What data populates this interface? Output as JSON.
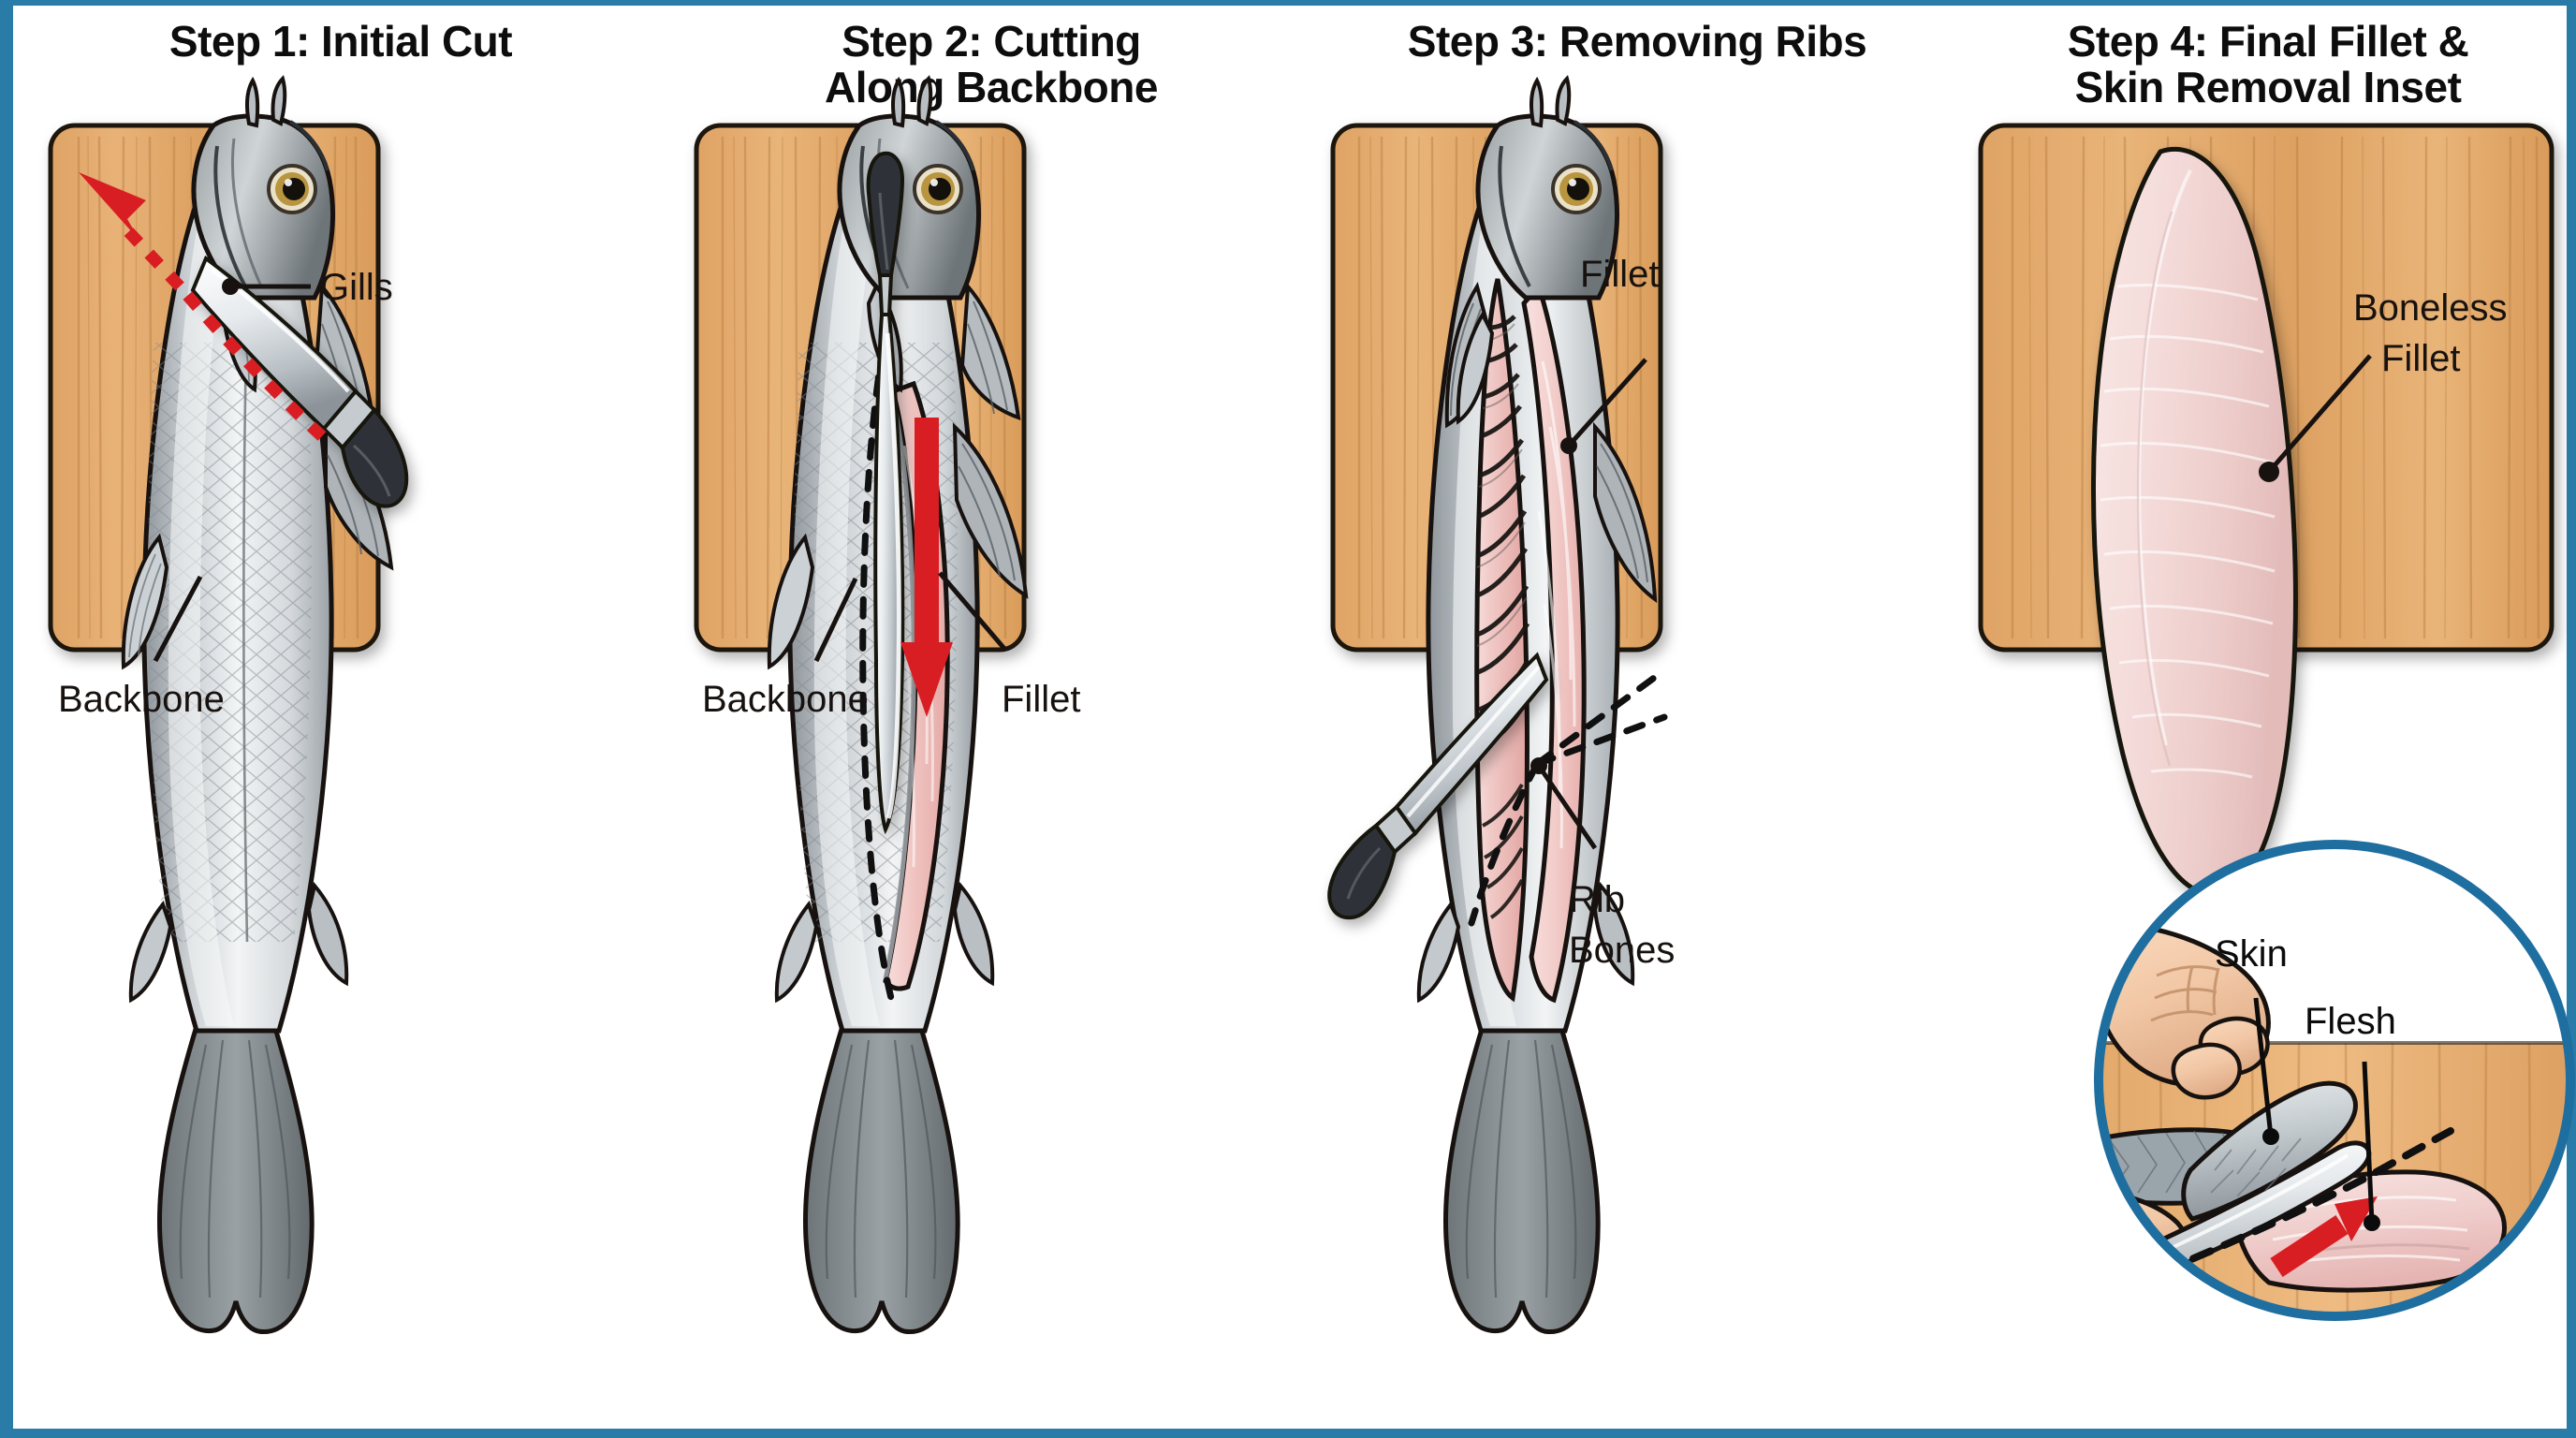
{
  "figure": {
    "kind": "fish-filleting-instructional-diagram",
    "accent_border_color": "#2a7ca8",
    "background_color": "#ffffff",
    "board_color": "#e0a565",
    "arrow_color": "#d81e23",
    "flesh_color": "#f2c9c6",
    "fish_body_color": "#c9cdd1"
  },
  "panels": [
    {
      "id": "step-1",
      "title_lines": [
        "Step 1: Initial Cut"
      ],
      "labels": [
        {
          "text": "Gills",
          "id": "gills"
        },
        {
          "text": "Backbone",
          "id": "backbone"
        }
      ],
      "annotations": [
        {
          "type": "dashed-arrow",
          "color": "#d81e23",
          "meaning": "cut direction behind gills"
        },
        {
          "type": "knife",
          "meaning": "knife laid across fish behind the head"
        }
      ]
    },
    {
      "id": "step-2",
      "title_lines": [
        "Step 2: Cutting",
        "Along Backbone"
      ],
      "labels": [
        {
          "text": "Backbone",
          "id": "backbone"
        },
        {
          "text": "Fillet",
          "id": "fillet"
        }
      ],
      "annotations": [
        {
          "type": "solid-arrow",
          "color": "#d81e23",
          "meaning": "slice down toward the tail"
        },
        {
          "type": "dashed-line",
          "color": "#101010",
          "meaning": "backbone cut line"
        },
        {
          "type": "knife",
          "meaning": "knife blade riding along the backbone"
        }
      ]
    },
    {
      "id": "step-3",
      "title_lines": [
        "Step 3: Removing Ribs"
      ],
      "labels": [
        {
          "text": "Fillet",
          "id": "fillet"
        },
        {
          "text": "Rib",
          "id": "rib-bones-line-1"
        },
        {
          "text": "Bones",
          "id": "rib-bones-line-2"
        }
      ],
      "annotations": [
        {
          "type": "dashed-line",
          "color": "#101010",
          "meaning": "rib cage separation line"
        },
        {
          "type": "knife",
          "meaning": "knife sliding under the rib bones"
        }
      ]
    },
    {
      "id": "step-4",
      "title_lines": [
        "Step 4: Final Fillet &",
        "Skin Removal Inset"
      ],
      "labels": [
        {
          "text": "Boneless",
          "id": "boneless-line-1"
        },
        {
          "text": "Fillet",
          "id": "boneless-line-2"
        }
      ],
      "inset": {
        "shape": "circle",
        "border_color": "#1f6ea0",
        "labels": [
          {
            "text": "Skin",
            "id": "skin"
          },
          {
            "text": "Flesh",
            "id": "flesh"
          }
        ],
        "annotations": [
          {
            "type": "solid-arrow",
            "color": "#d81e23",
            "meaning": "push knife forward between skin and flesh"
          },
          {
            "type": "dashed-line",
            "color": "#101010",
            "meaning": "skin / flesh separation line"
          },
          {
            "type": "hand",
            "meaning": "hand gripping the tail-end skin"
          }
        ]
      }
    }
  ]
}
